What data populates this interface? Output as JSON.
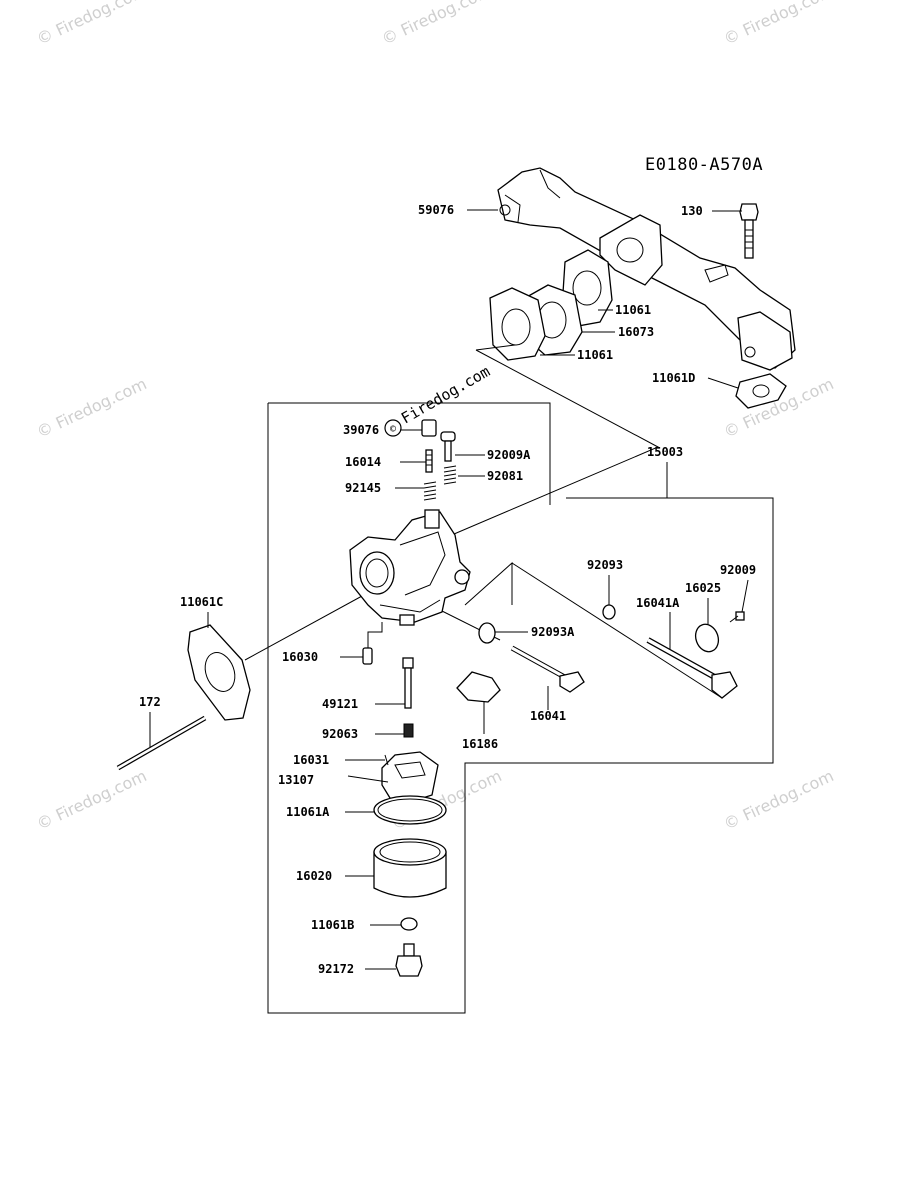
{
  "diagram": {
    "code": "E0180-A570A",
    "watermark": "© Firedog.com",
    "parts": {
      "p59076": "59076",
      "p130": "130",
      "p11061_a": "11061",
      "p16073": "16073",
      "p11061_b": "11061",
      "p11061D": "11061D",
      "p39076": "39076",
      "p92009A": "92009A",
      "p16014": "16014",
      "p92081": "92081",
      "p92145": "92145",
      "p15003": "15003",
      "p92093": "92093",
      "p92009": "92009",
      "p16025": "16025",
      "p16041A": "16041A",
      "p11061C": "11061C",
      "p92093A": "92093A",
      "p16030": "16030",
      "p172": "172",
      "p49121": "49121",
      "p16041": "16041",
      "p16186": "16186",
      "p92063": "92063",
      "p16031": "16031",
      "p13107": "13107",
      "p11061A": "11061A",
      "p16020": "16020",
      "p11061B": "11061B",
      "p92172": "92172"
    }
  }
}
